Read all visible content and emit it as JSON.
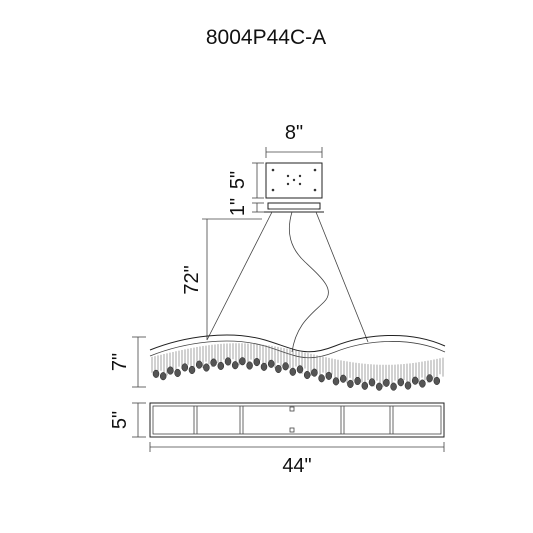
{
  "model": "8004P44C-A",
  "dimensions": {
    "canopy_width": "8\"",
    "canopy_height": "5\"",
    "stem_height": "1\"",
    "hanging_length": "72\"",
    "fixture_height": "7\"",
    "frame_height": "5\"",
    "overall_width": "44\""
  },
  "colors": {
    "line": "#222222",
    "crystal": "#555555",
    "background": "#ffffff"
  }
}
